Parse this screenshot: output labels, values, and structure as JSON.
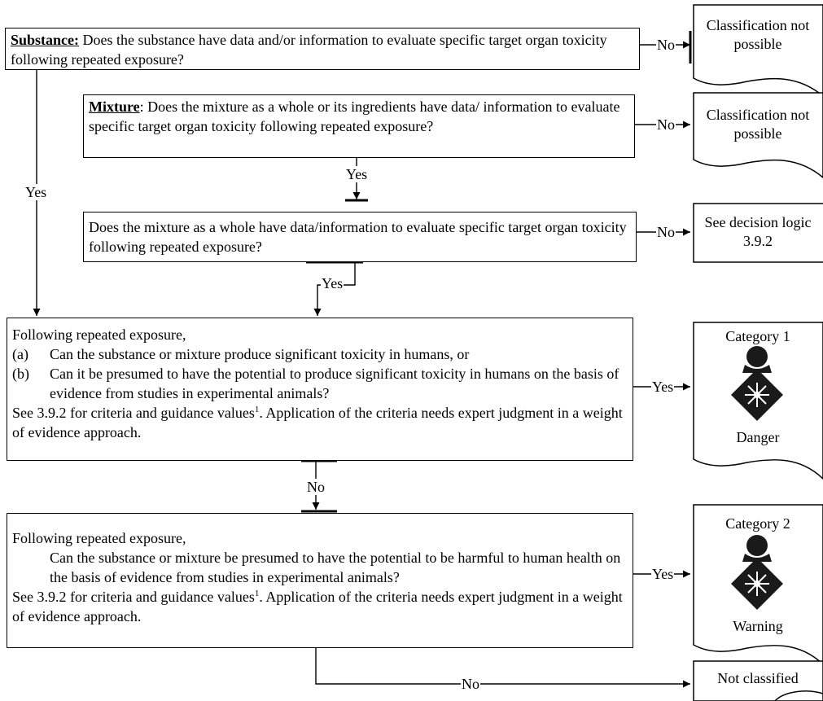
{
  "q_substance": {
    "label": "Substance:",
    "text": "Does the substance have data and/or information to evaluate specific target organ toxicity following repeated exposure?"
  },
  "q_mixture": {
    "label": "Mixture",
    "text": ": Does the mixture as a whole or its ingredients have data/ information to evaluate specific target organ toxicity following repeated exposure?"
  },
  "q_mixture_whole": {
    "text": "Does the mixture as a whole have data/information to evaluate specific target organ toxicity following repeated exposure?"
  },
  "q_cat1": {
    "intro": "Following repeated exposure,",
    "a_marker": "(a)",
    "a_text": "Can the substance or mixture produce significant toxicity in humans, or",
    "b_marker": "(b)",
    "b_text": "Can it be presumed to have the potential to produce significant toxicity in humans on the basis of evidence from studies in experimental animals?",
    "see_text": "See 3.9.2 for criteria and guidance values",
    "footnote": "1",
    "see_rest": ". Application of the criteria needs expert judgment in a weight of evidence approach."
  },
  "q_cat2": {
    "intro": "Following repeated exposure,",
    "main_text": "Can the substance or mixture be presumed to have the potential to be harmful to human health on the basis of evidence from studies in experimental animals?",
    "see_text": "See 3.9.2 for criteria and guidance values",
    "footnote": "1",
    "see_rest": ". Application of the criteria needs expert judgment in a weight of evidence approach."
  },
  "results": {
    "class_not_possible_1": "Classification not possible",
    "class_not_possible_2": "Classification not possible",
    "see_decision_logic": "See decision logic 3.9.2",
    "cat1_title": "Category 1",
    "cat1_signal": "Danger",
    "cat2_title": "Category 2",
    "cat2_signal": "Warning",
    "not_classified": "Not classified"
  },
  "labels": {
    "yes": "Yes",
    "no": "No"
  },
  "colors": {
    "line": "#000000",
    "pictogram": "#1a1a1a"
  },
  "icons": {
    "pictogram": "health-hazard-icon"
  }
}
